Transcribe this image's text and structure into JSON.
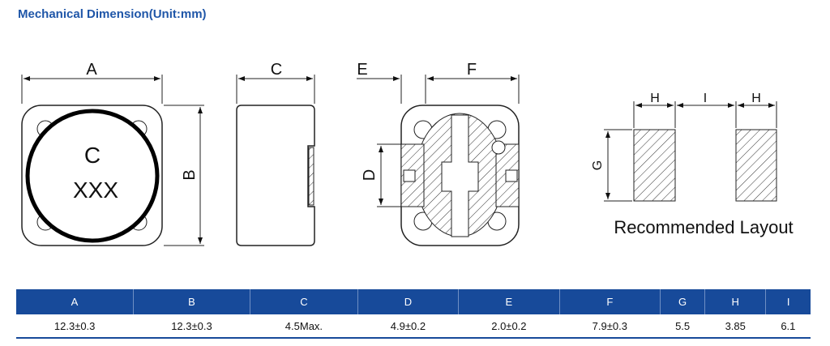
{
  "title": "Mechanical Dimension(Unit:mm)",
  "drawing": {
    "labels": {
      "A": "A",
      "B": "B",
      "C": "C",
      "D": "D",
      "E": "E",
      "F": "F",
      "G": "G",
      "H": "H",
      "I": "I"
    },
    "marking_line1": "C",
    "marking_line2": "XXX",
    "layout_caption": "Recommended Layout"
  },
  "table": {
    "headers": [
      "A",
      "B",
      "C",
      "D",
      "E",
      "F",
      "G",
      "H",
      "I"
    ],
    "values": [
      "12.3±0.3",
      "12.3±0.3",
      "4.5Max.",
      "4.9±0.2",
      "2.0±0.2",
      "7.9±0.3",
      "5.5",
      "3.85",
      "6.1"
    ]
  },
  "colors": {
    "header_bg": "#174a9a",
    "title": "#1f56a8"
  }
}
